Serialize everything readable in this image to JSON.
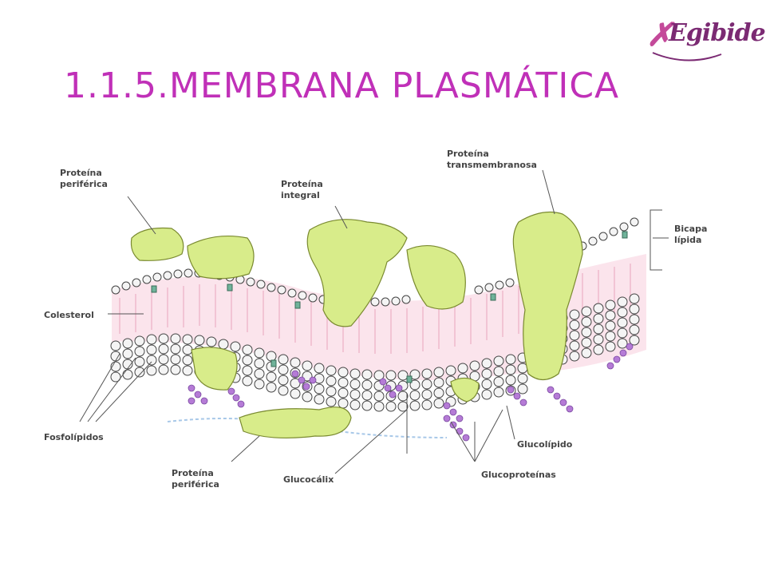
{
  "slide": {
    "title": "1.1.5.MEMBRANA PLASMÁTICA",
    "logo_text": "Egibide"
  },
  "diagram": {
    "labels": {
      "peripheral_protein_top": [
        "Proteína",
        "periférica"
      ],
      "integral_protein": [
        "Proteína",
        "integral"
      ],
      "transmembrane_protein": [
        "Proteína",
        "transmembranosa"
      ],
      "lipid_bilayer": [
        "Bicapa",
        "lípida"
      ],
      "cholesterol": "Colesterol",
      "phospholipids": "Fosfolípidos",
      "peripheral_protein_bottom": [
        "Proteína",
        "periférica"
      ],
      "glycocalyx": "Glucocálix",
      "glycoproteins": "Glucoproteínas",
      "glycolipid": "Glucolípido"
    },
    "colors": {
      "title": "#c030b8",
      "protein": "#d8ec8a",
      "protein_stroke": "#7a8a30",
      "head": "#ffffff",
      "head_stroke": "#444444",
      "tail": "#f2b8cc",
      "sugar": "#b57bd6"
    }
  }
}
